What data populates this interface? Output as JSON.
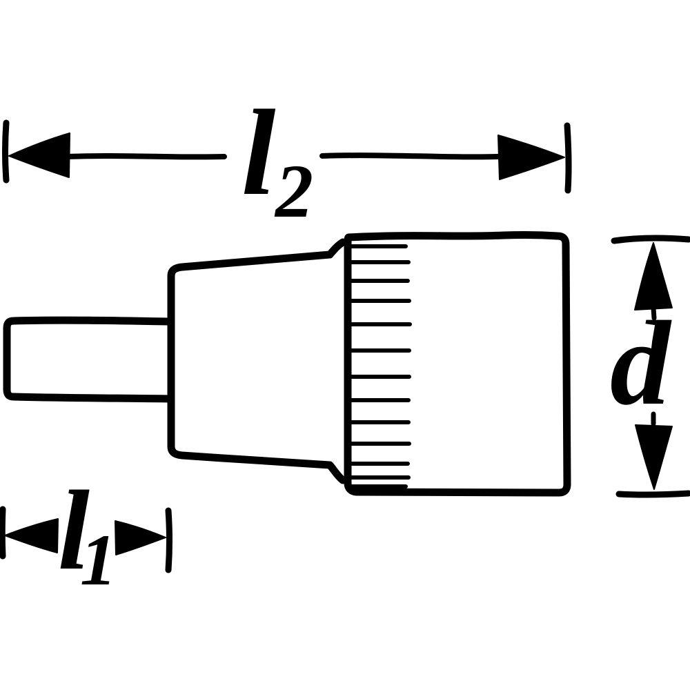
{
  "drawing": {
    "background_color": "#ffffff",
    "line_color": "#000000",
    "labels": {
      "overall_length": {
        "symbol": "l",
        "subscript": "2"
      },
      "tip_length": {
        "symbol": "l",
        "subscript": "1"
      },
      "diameter": {
        "symbol": "d"
      }
    }
  }
}
